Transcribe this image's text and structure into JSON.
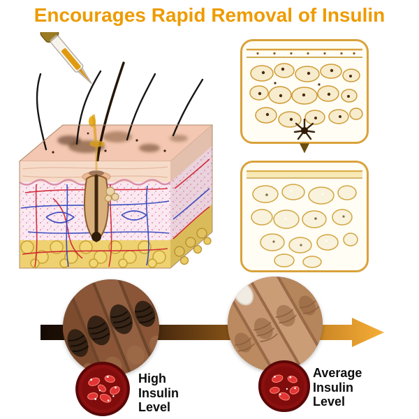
{
  "headline": "Encourages Rapid Removal of Insulin",
  "panels": {
    "arrow_glyph": "▼"
  },
  "comparison": {
    "left_label": "High Insulin Level",
    "right_label": "Average Insulin Level"
  },
  "colors": {
    "headline": "#ED9B00",
    "panel_border": "#D9A23C",
    "arrow_dark": "#140A03",
    "arrow_gold": "#F6AD36",
    "blood_red": "#8C1010",
    "serum_gold": "#E8A71E"
  }
}
